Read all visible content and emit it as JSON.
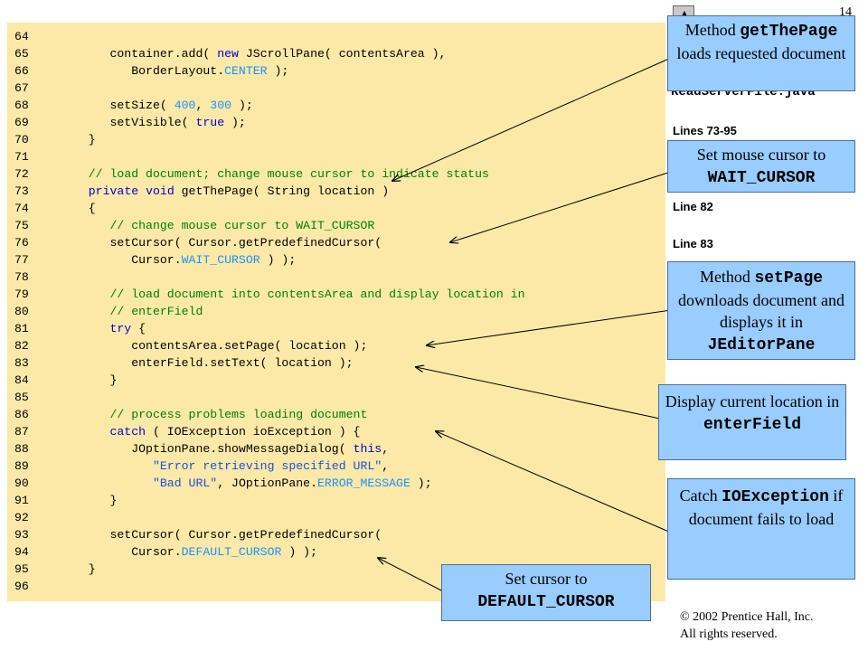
{
  "slide": {
    "page_number": "14",
    "nav_up_symbol": "▲",
    "partial_title": "ReadServerFile.java",
    "lines_label": "Lines 73-95",
    "line82_label": "Line 82",
    "line83_label": "Line 83",
    "footer_copyright": "© 2002 Prentice Hall, Inc.",
    "footer_rights": "All rights reserved."
  },
  "code_lines": [
    {
      "n": "64",
      "t": ""
    },
    {
      "n": "65",
      "t": "      container.add( new JScrollPane( contentsArea ),"
    },
    {
      "n": "66",
      "t": "         BorderLayout.CENTER );"
    },
    {
      "n": "67",
      "t": ""
    },
    {
      "n": "68",
      "t": "      setSize( 400, 300 );"
    },
    {
      "n": "69",
      "t": "      setVisible( true );"
    },
    {
      "n": "70",
      "t": "   }"
    },
    {
      "n": "71",
      "t": ""
    },
    {
      "n": "72",
      "t": "   // load document; change mouse cursor to indicate status"
    },
    {
      "n": "73",
      "t": "   private void getThePage( String location )"
    },
    {
      "n": "74",
      "t": "   {"
    },
    {
      "n": "75",
      "t": "      // change mouse cursor to WAIT_CURSOR"
    },
    {
      "n": "76",
      "t": "      setCursor( Cursor.getPredefinedCursor("
    },
    {
      "n": "77",
      "t": "         Cursor.WAIT_CURSOR ) );"
    },
    {
      "n": "78",
      "t": ""
    },
    {
      "n": "79",
      "t": "      // load document into contentsArea and display location in"
    },
    {
      "n": "80",
      "t": "      // enterField"
    },
    {
      "n": "81",
      "t": "      try {"
    },
    {
      "n": "82",
      "t": "         contentsArea.setPage( location );"
    },
    {
      "n": "83",
      "t": "         enterField.setText( location );"
    },
    {
      "n": "84",
      "t": "      }"
    },
    {
      "n": "85",
      "t": ""
    },
    {
      "n": "86",
      "t": "      // process problems loading document"
    },
    {
      "n": "87",
      "t": "      catch ( IOException ioException ) {"
    },
    {
      "n": "88",
      "t": "         JOptionPane.showMessageDialog( this,"
    },
    {
      "n": "89",
      "t": "            \"Error retrieving specified URL\","
    },
    {
      "n": "90",
      "t": "            \"Bad URL\", JOptionPane.ERROR_MESSAGE );"
    },
    {
      "n": "91",
      "t": "      }"
    },
    {
      "n": "92",
      "t": ""
    },
    {
      "n": "93",
      "t": "      setCursor( Cursor.getPredefinedCursor("
    },
    {
      "n": "94",
      "t": "         Cursor.DEFAULT_CURSOR ) );"
    },
    {
      "n": "95",
      "t": "   }"
    },
    {
      "n": "96",
      "t": ""
    }
  ],
  "callouts": {
    "gethepage": {
      "pre": "Method ",
      "code": "getThePage",
      "post": " loads requested document"
    },
    "wait": {
      "pre": "Set mouse cursor to ",
      "code": "WAIT_CURSOR",
      "post": ""
    },
    "setpage": {
      "pre": "Method ",
      "code": "setPage",
      "post": " downloads document and displays it in ",
      "code2": "JEditorPane"
    },
    "display": {
      "pre": "Display current location in ",
      "code": "enterField",
      "post": ""
    },
    "catch": {
      "pre": "Catch ",
      "code": "IOException",
      "post": " if document fails to load"
    },
    "default": {
      "pre": "Set cursor to ",
      "code": "DEFAULT_CURSOR",
      "post": ""
    }
  },
  "colors": {
    "code_background": "#fce9a8",
    "callout_background": "#99ccff",
    "keyword": "#0000cc",
    "comment": "#008000",
    "constant": "#1e90ff"
  }
}
